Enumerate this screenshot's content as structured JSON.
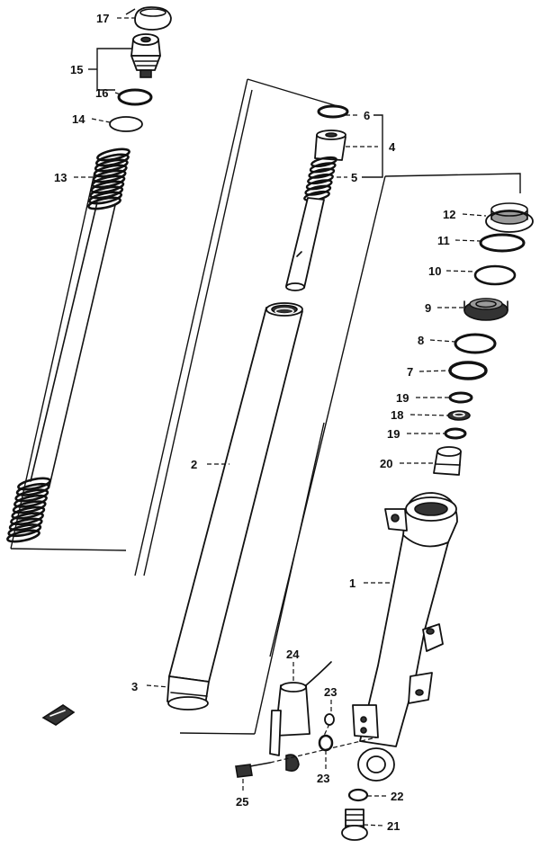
{
  "labels": {
    "l1": "1",
    "l2": "2",
    "l3": "3",
    "l4": "4",
    "l5": "5",
    "l6": "6",
    "l7": "7",
    "l8": "8",
    "l9": "9",
    "l10": "10",
    "l11": "11",
    "l12": "12",
    "l13": "13",
    "l14": "14",
    "l15": "15",
    "l16": "16",
    "l17": "17",
    "l18": "18",
    "l19a": "19",
    "l19b": "19",
    "l20": "20",
    "l21": "21",
    "l22": "22",
    "l23a": "23",
    "l23b": "23",
    "l24": "24",
    "l25": "25"
  }
}
